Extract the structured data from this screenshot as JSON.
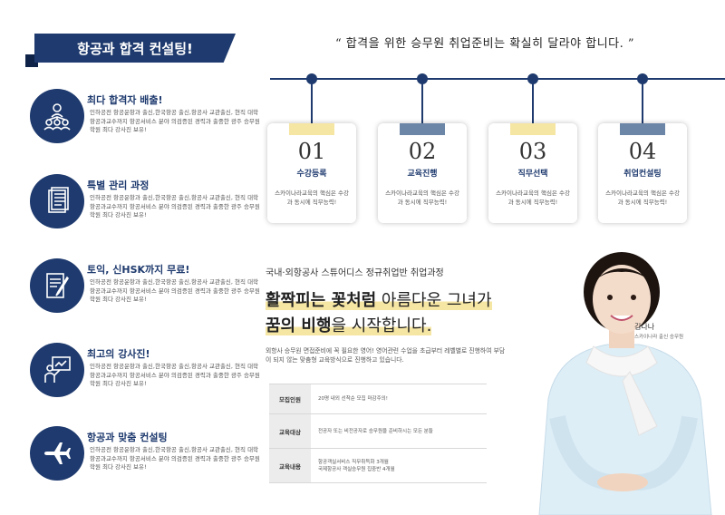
{
  "left": {
    "banner_title": "항공과 합격 컨설팅!",
    "features": [
      {
        "title": "최다 합격자 배출!",
        "icon": "people-network-icon",
        "desc": "인하공전 항공운항과 출신,한국항공 출신,항공사 교관출신, 현직 대학항공과교수까지 항공서비스 분야 의검증된 경력과 출중한 광주 승무원학원 최다 강사진 보유!"
      },
      {
        "title": "특별 관리 과정",
        "icon": "document-icon",
        "desc": "인하공전 항공운항과 출신,한국항공 출신,항공사 교관출신, 현직 대학항공과교수까지 항공서비스 분야 의검증된 경력과 출중한 광주 승무원학원 최다 강사진 보유!"
      },
      {
        "title": "토익, 신HSK까지 무료!",
        "icon": "pen-paper-icon",
        "desc": "인하공전 항공운항과 출신,한국항공 출신,항공사 교관출신, 현직 대학항공과교수까지 항공서비스 분야 의검증된 경력과 출중한 광주 승무원학원 최다 강사진 보유!"
      },
      {
        "title": "최고의 강사진!",
        "icon": "presenter-board-icon",
        "desc": "인하공전 항공운항과 출신,한국항공 출신,항공사 교관출신, 현직 대학항공과교수까지 항공서비스 분야 의검증된 경력과 출중한 광주 승무원학원 최다 강사진 보유!"
      },
      {
        "title": "항공과 맞춤 컨설팅",
        "icon": "airplane-icon",
        "desc": "인하공전 항공운항과 출신,한국항공 출신,항공사 교관출신, 현직 대학항공과교수까지 항공서비스 분야 의검증된 경력과 출중한 광주 승무원학원 최다 강사진 보유!"
      }
    ]
  },
  "quote": "“ 합격을 위한 승무원 취업준비는 확실히 달라야 합니다. ”",
  "steps": [
    {
      "num": "01",
      "title": "수강등록",
      "desc": "스카이나라교육의 핵심은 수강과 동시에 직무능력!",
      "tab_color": "#f6e6a4"
    },
    {
      "num": "02",
      "title": "교육진행",
      "desc": "스카이나라교육의 핵심은 수강과 동시에 직무능력!",
      "tab_color": "#6b86a6"
    },
    {
      "num": "03",
      "title": "직무선택",
      "desc": "스카이나라교육의 핵심은 수강과 동시에 직무능력!",
      "tab_color": "#f6e6a4"
    },
    {
      "num": "04",
      "title": "취업컨설팅",
      "desc": "스카이나라교육의 핵심은 수강과 동시에 직무능력!",
      "tab_color": "#6b86a6"
    }
  ],
  "course": {
    "subhead": "국내·외항공사 스튜어디스 정규취업반 취업과정",
    "line1_hl": "활짝피는 꽃처럼",
    "line1_rest": " 아름다운 그녀가",
    "line2_hl": "꿈의 비행",
    "line2_rest": "을 시작합니다.",
    "intro": "외항사 승무원 면접준비에 꼭 필요한 영어! 영어관련 수업을 초급부터 레벨별로 진행하여 부담이 되지 않는 맞춤형 교육방식으로 진행하고 있습니다.",
    "rows": [
      {
        "label": "모집인원",
        "lines": [
          "20명 내외 선착순 모집 마감주의!"
        ]
      },
      {
        "label": "교육대상",
        "lines": [
          "전공자 또는 비전공자로 승무원을 준비하시는 모든 분들"
        ]
      },
      {
        "label": "교육내용",
        "lines": [
          "항공객실서비스 직무취득화 3개월",
          "국제항공사 객실승무원 집중반 4개월"
        ]
      }
    ]
  },
  "person": {
    "name": "김나나",
    "role": "스카이나라 출신 승무원"
  },
  "colors": {
    "navy": "#1e3a6e",
    "highlight": "#f6e6a4",
    "slate": "#6b86a6"
  }
}
